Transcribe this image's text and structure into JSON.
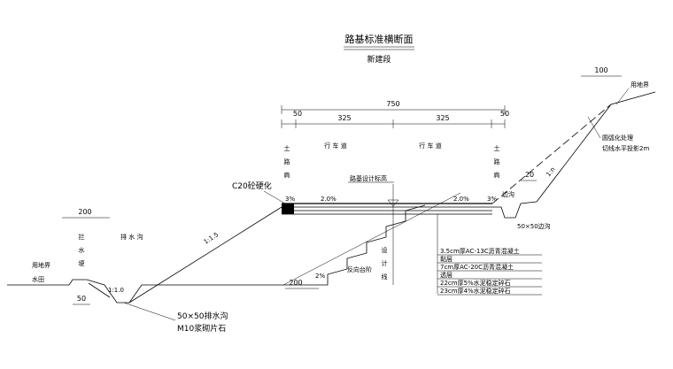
{
  "title": "路基标准横断面",
  "subtitle": "新建段",
  "dimensions": {
    "total_width": "750",
    "shoulder_left": "50",
    "shoulder_right": "50",
    "lane_left": "325",
    "lane_right": "325",
    "ditch_top": "100",
    "drain_ditch": "200",
    "bench": "200",
    "ditch_bottom": "50",
    "side_ditch_width": "20"
  },
  "labels": {
    "shoulder_left": [
      "土",
      "路",
      "肩"
    ],
    "shoulder_right": [
      "土",
      "路",
      "肩"
    ],
    "lane_left": "行 车 道",
    "lane_right": "行 车 道",
    "design_elevation": "路基设计标高",
    "center_line": [
      "设",
      "计",
      "线"
    ],
    "c20_harden": "C20砼硬化",
    "slope_left": "1:1.5",
    "slope_ditch": "1:1.0",
    "slope_right": "1:n",
    "gradient_left": "3%",
    "gradient_lane_left": "2.0%",
    "gradient_lane_right": "2.0%",
    "gradient_right": "3%",
    "bench_gradient": "2%",
    "reverse_bench": "反向台阶",
    "land_boundary_right": "用地界",
    "land_boundary_left": "用地界",
    "paddy": "水田",
    "drain_ditch": "排 水 沟",
    "cut_off_ditch": [
      "拦",
      "水",
      "埂"
    ],
    "ditch_spec": "50×50排水沟",
    "ditch_material": "M10浆砌片石",
    "side_ditch": "边沟",
    "side_ditch_spec": "50×50边沟",
    "arc_treatment": "圆弧化处理",
    "arc_detail": "切线水平投影2m"
  },
  "pavement_layers": [
    "3.5cm厚AC-13C沥青混凝土",
    "黏层",
    "7cm厚AC-20C沥青混凝土",
    "透层",
    "22cm厚5%水泥稳定碎石",
    "23cm厚4%水泥稳定碎石"
  ]
}
